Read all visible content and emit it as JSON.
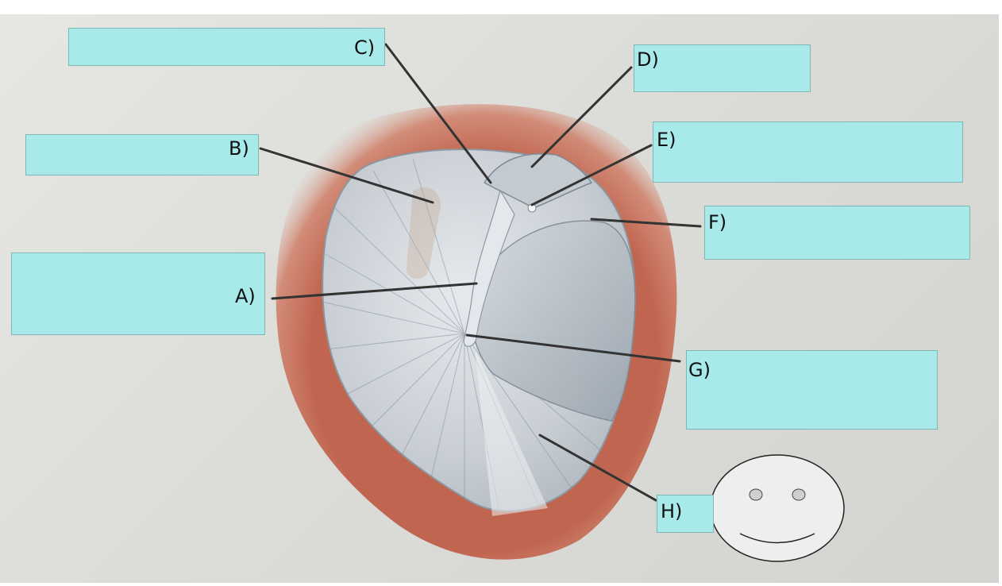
{
  "labels": {
    "a": "A)",
    "b": "B)",
    "c": "C)",
    "d": "D)",
    "e": "E)",
    "f": "F)",
    "g": "G)",
    "h": "H)"
  },
  "colors": {
    "answer_box_fill": "#a8eaea",
    "answer_box_border": "#7fb6b6",
    "leader_line": "#333333",
    "ear_canal_rim": "#c0654f",
    "tympanic_membrane": "#c4cbd1",
    "smiley_face": "#eeeeee"
  },
  "icons": {
    "face": "smiley-face-icon"
  }
}
